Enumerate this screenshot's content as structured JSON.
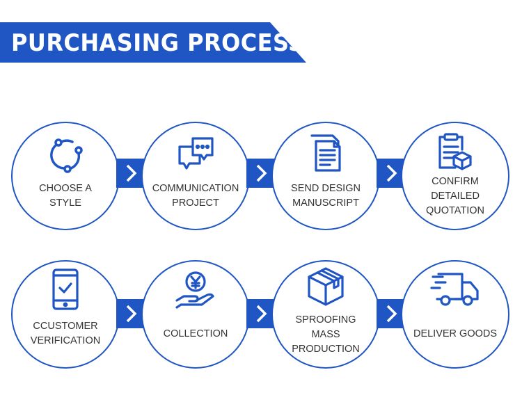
{
  "title": "PURCHASING PROCESS",
  "accent_color": "#1f56c4",
  "steps": [
    {
      "label": "CHOOSE A\nSTYLE",
      "icon": "cycle-nodes-icon"
    },
    {
      "label": "COMMUNICATION\nPROJECT",
      "icon": "chat-bubbles-icon"
    },
    {
      "label": "SEND DESIGN\nMANUSCRIPT",
      "icon": "documents-icon"
    },
    {
      "label": "CONFIRM\nDETAILED\nQUOTATION",
      "icon": "clipboard-box-icon"
    },
    {
      "label": "CCUSTOMER\nVERIFICATION",
      "icon": "phone-check-icon"
    },
    {
      "label": "COLLECTION",
      "icon": "yen-hand-icon"
    },
    {
      "label": "SPROOFING\nMASS\nPRODUCTION",
      "icon": "package-box-icon"
    },
    {
      "label": "DELIVER GOODS",
      "icon": "delivery-truck-icon"
    }
  ]
}
